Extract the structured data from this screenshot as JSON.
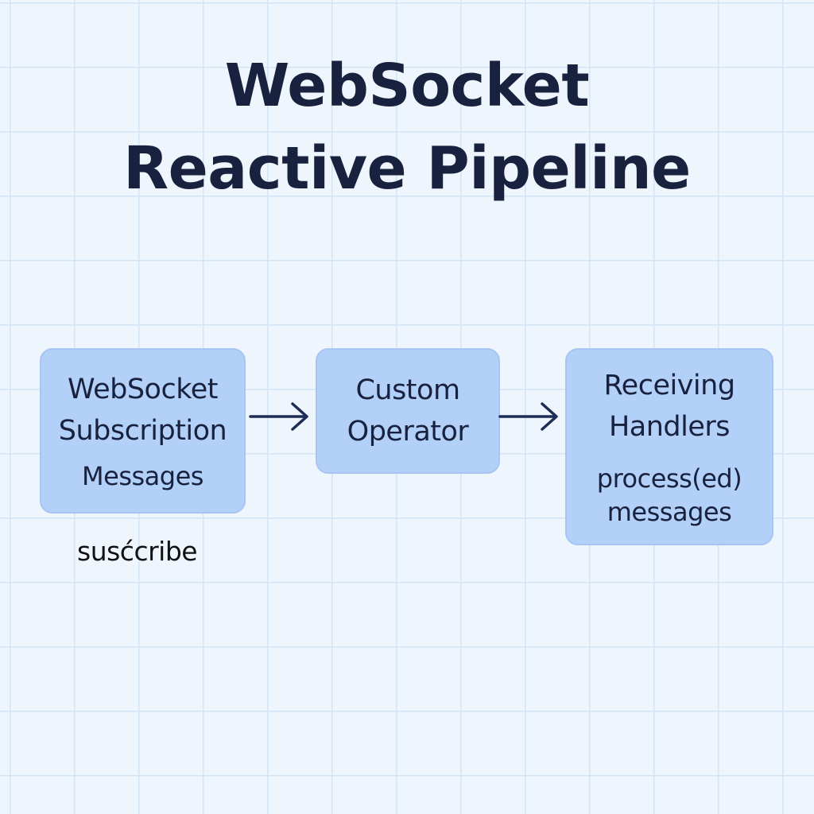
{
  "title": {
    "line1": "WebSocket",
    "line2": "Reactive Pipeline"
  },
  "nodes": [
    {
      "title_lines": [
        "WebSocket",
        "Subscription"
      ],
      "subtitle_lines": [
        "Messages"
      ]
    },
    {
      "title_lines": [
        "Custom",
        "Operator"
      ],
      "subtitle_lines": []
    },
    {
      "title_lines": [
        "Receiving",
        "Handlers"
      ],
      "subtitle_lines": [
        "process(ed)",
        "messages"
      ]
    }
  ],
  "footnote": "susćcribe",
  "icons": {
    "connector": "arrow-right-icon"
  },
  "colors": {
    "background": "#eef5fd",
    "grid": "#d3e5f5",
    "node_fill": "#b3d0f8",
    "node_border": "#a6c5f2",
    "text": "#18223f",
    "arrow": "#1d2d57"
  }
}
